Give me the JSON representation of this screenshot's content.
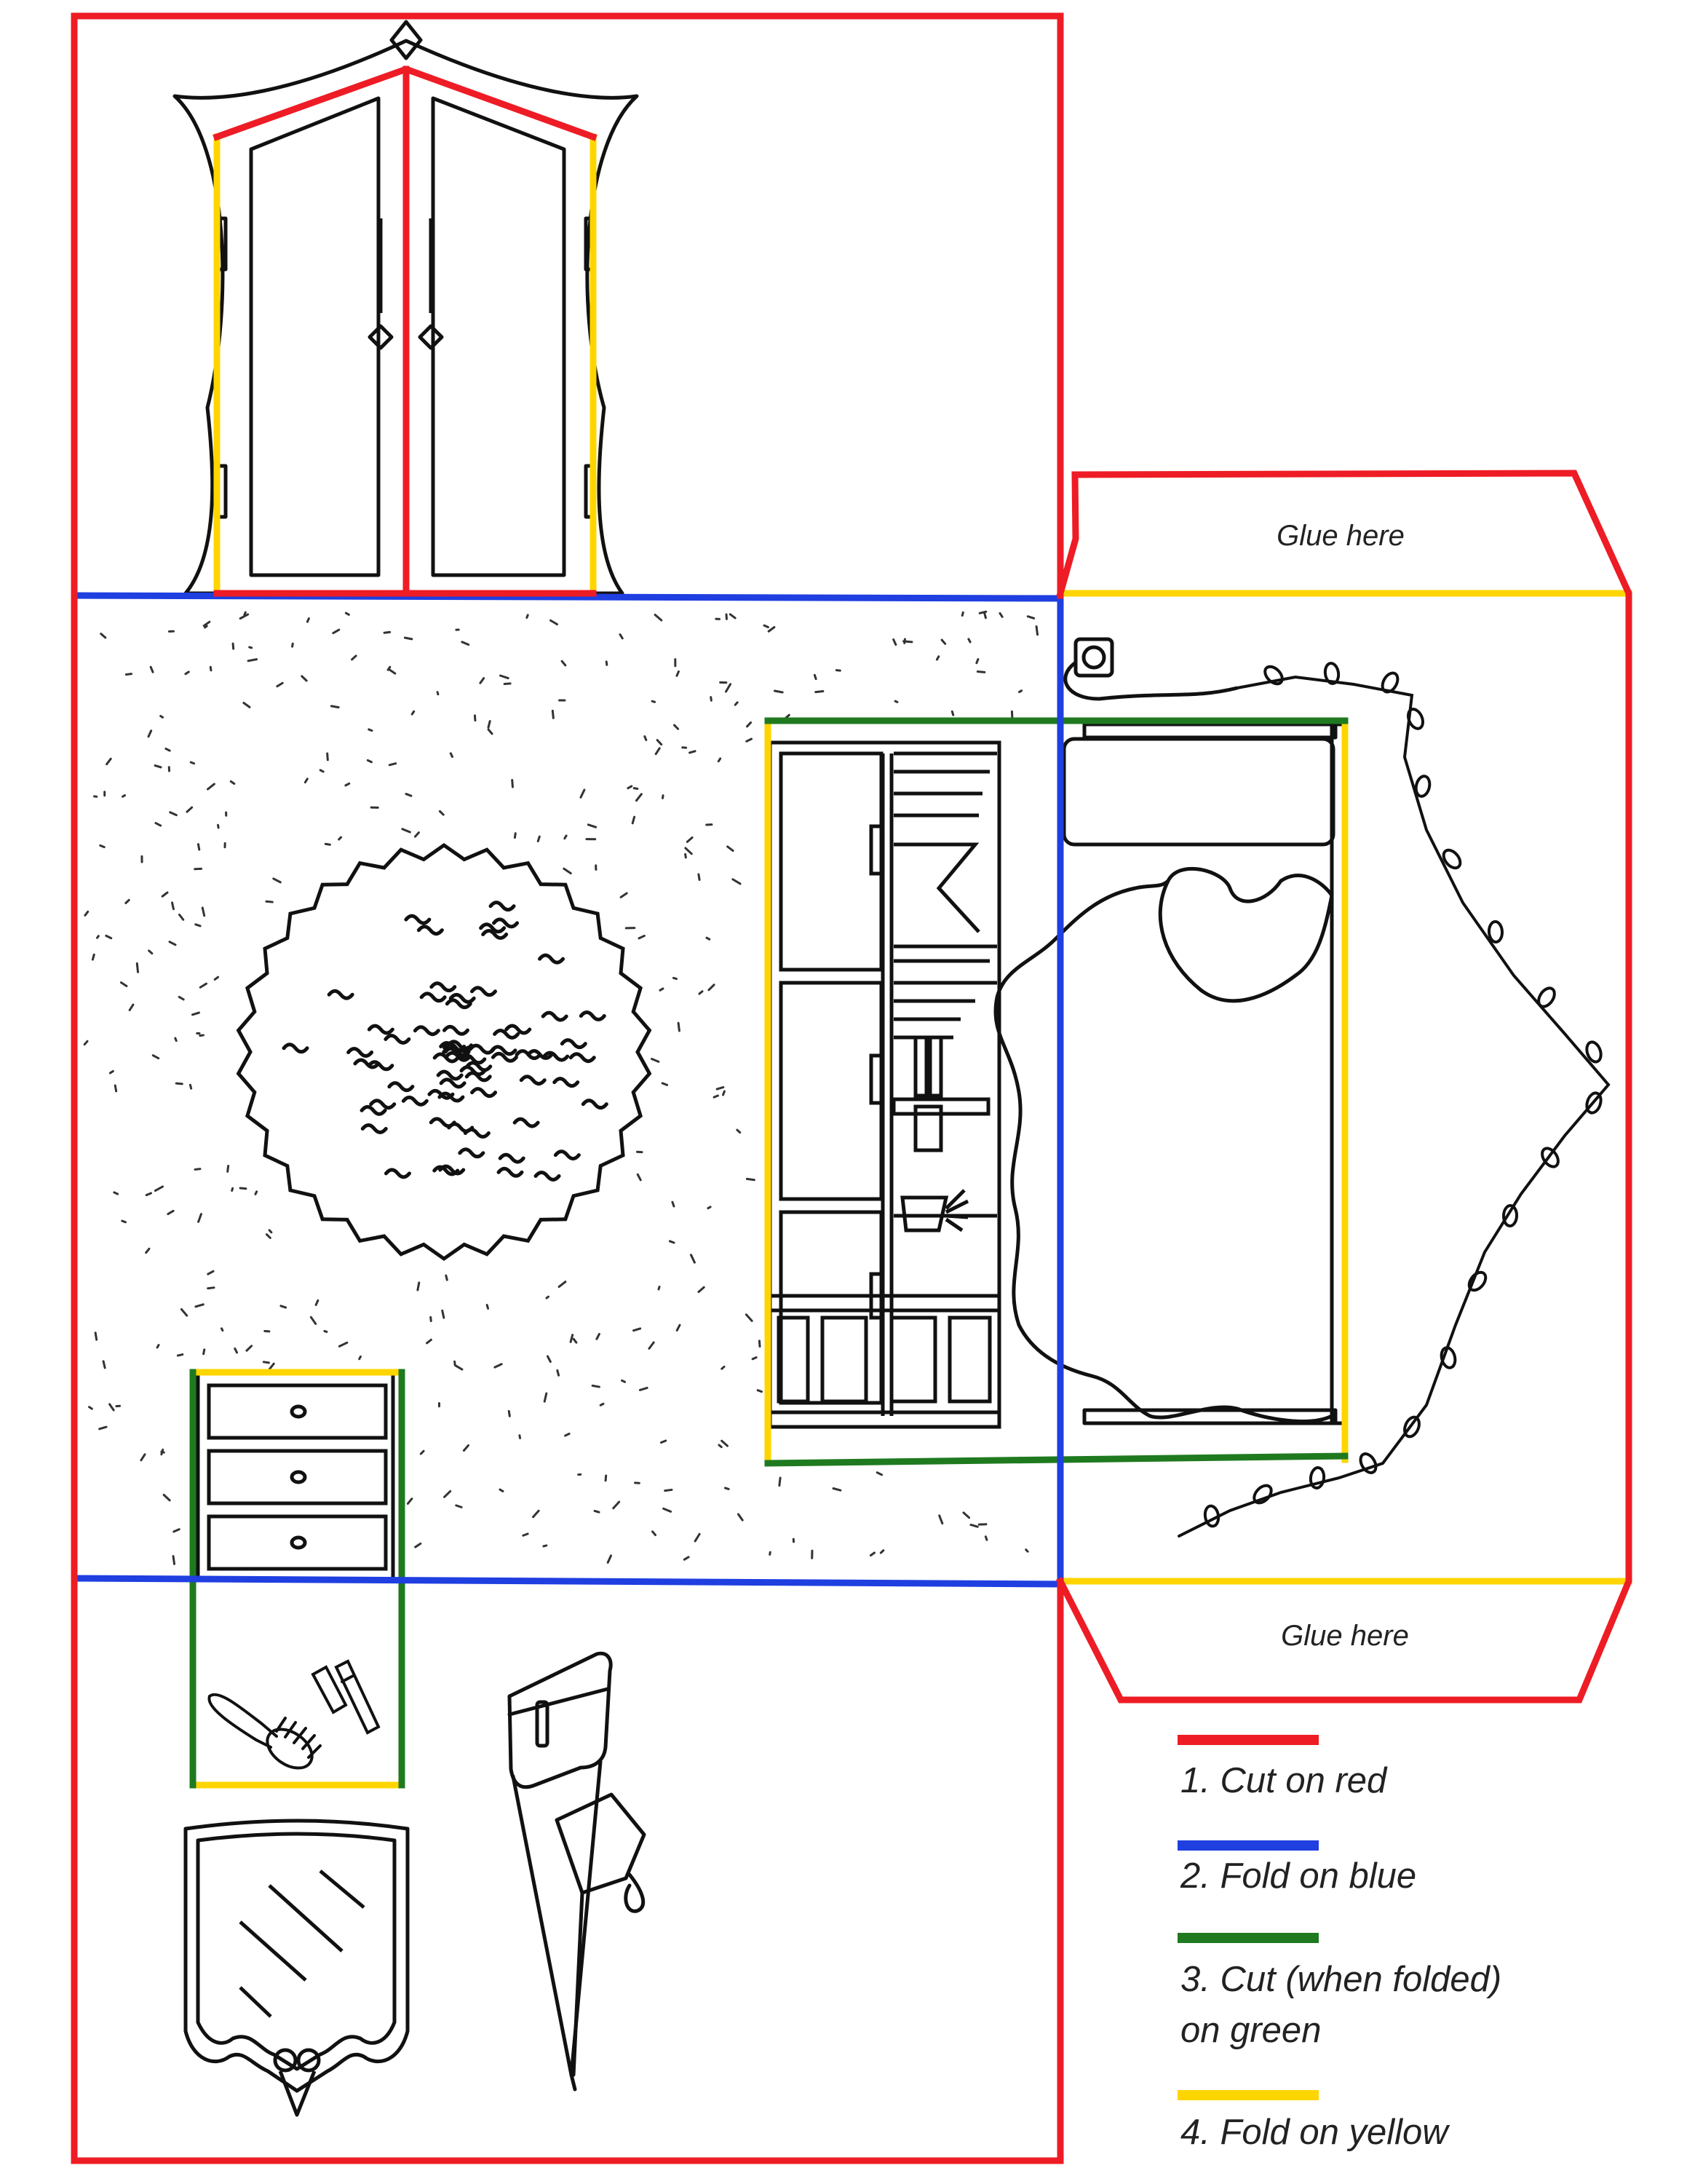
{
  "glue_labels": {
    "top": "Glue here",
    "bottom": "Glue here"
  },
  "legend": [
    {
      "color": "#ee1c25",
      "text": "1. Cut on red"
    },
    {
      "color": "#1f3fe0",
      "text": "2. Fold on blue"
    },
    {
      "color": "#1f7a1f",
      "line1": "3. Cut (when folded)",
      "line2": "on green"
    },
    {
      "color": "#ffd500",
      "text": "4. Fold on yellow"
    }
  ],
  "colors": {
    "cut": "#ee1c25",
    "fold": "#1f3fe0",
    "cut_folded": "#1f7a1f",
    "fold_yellow": "#ffd500",
    "ink": "#111111"
  }
}
